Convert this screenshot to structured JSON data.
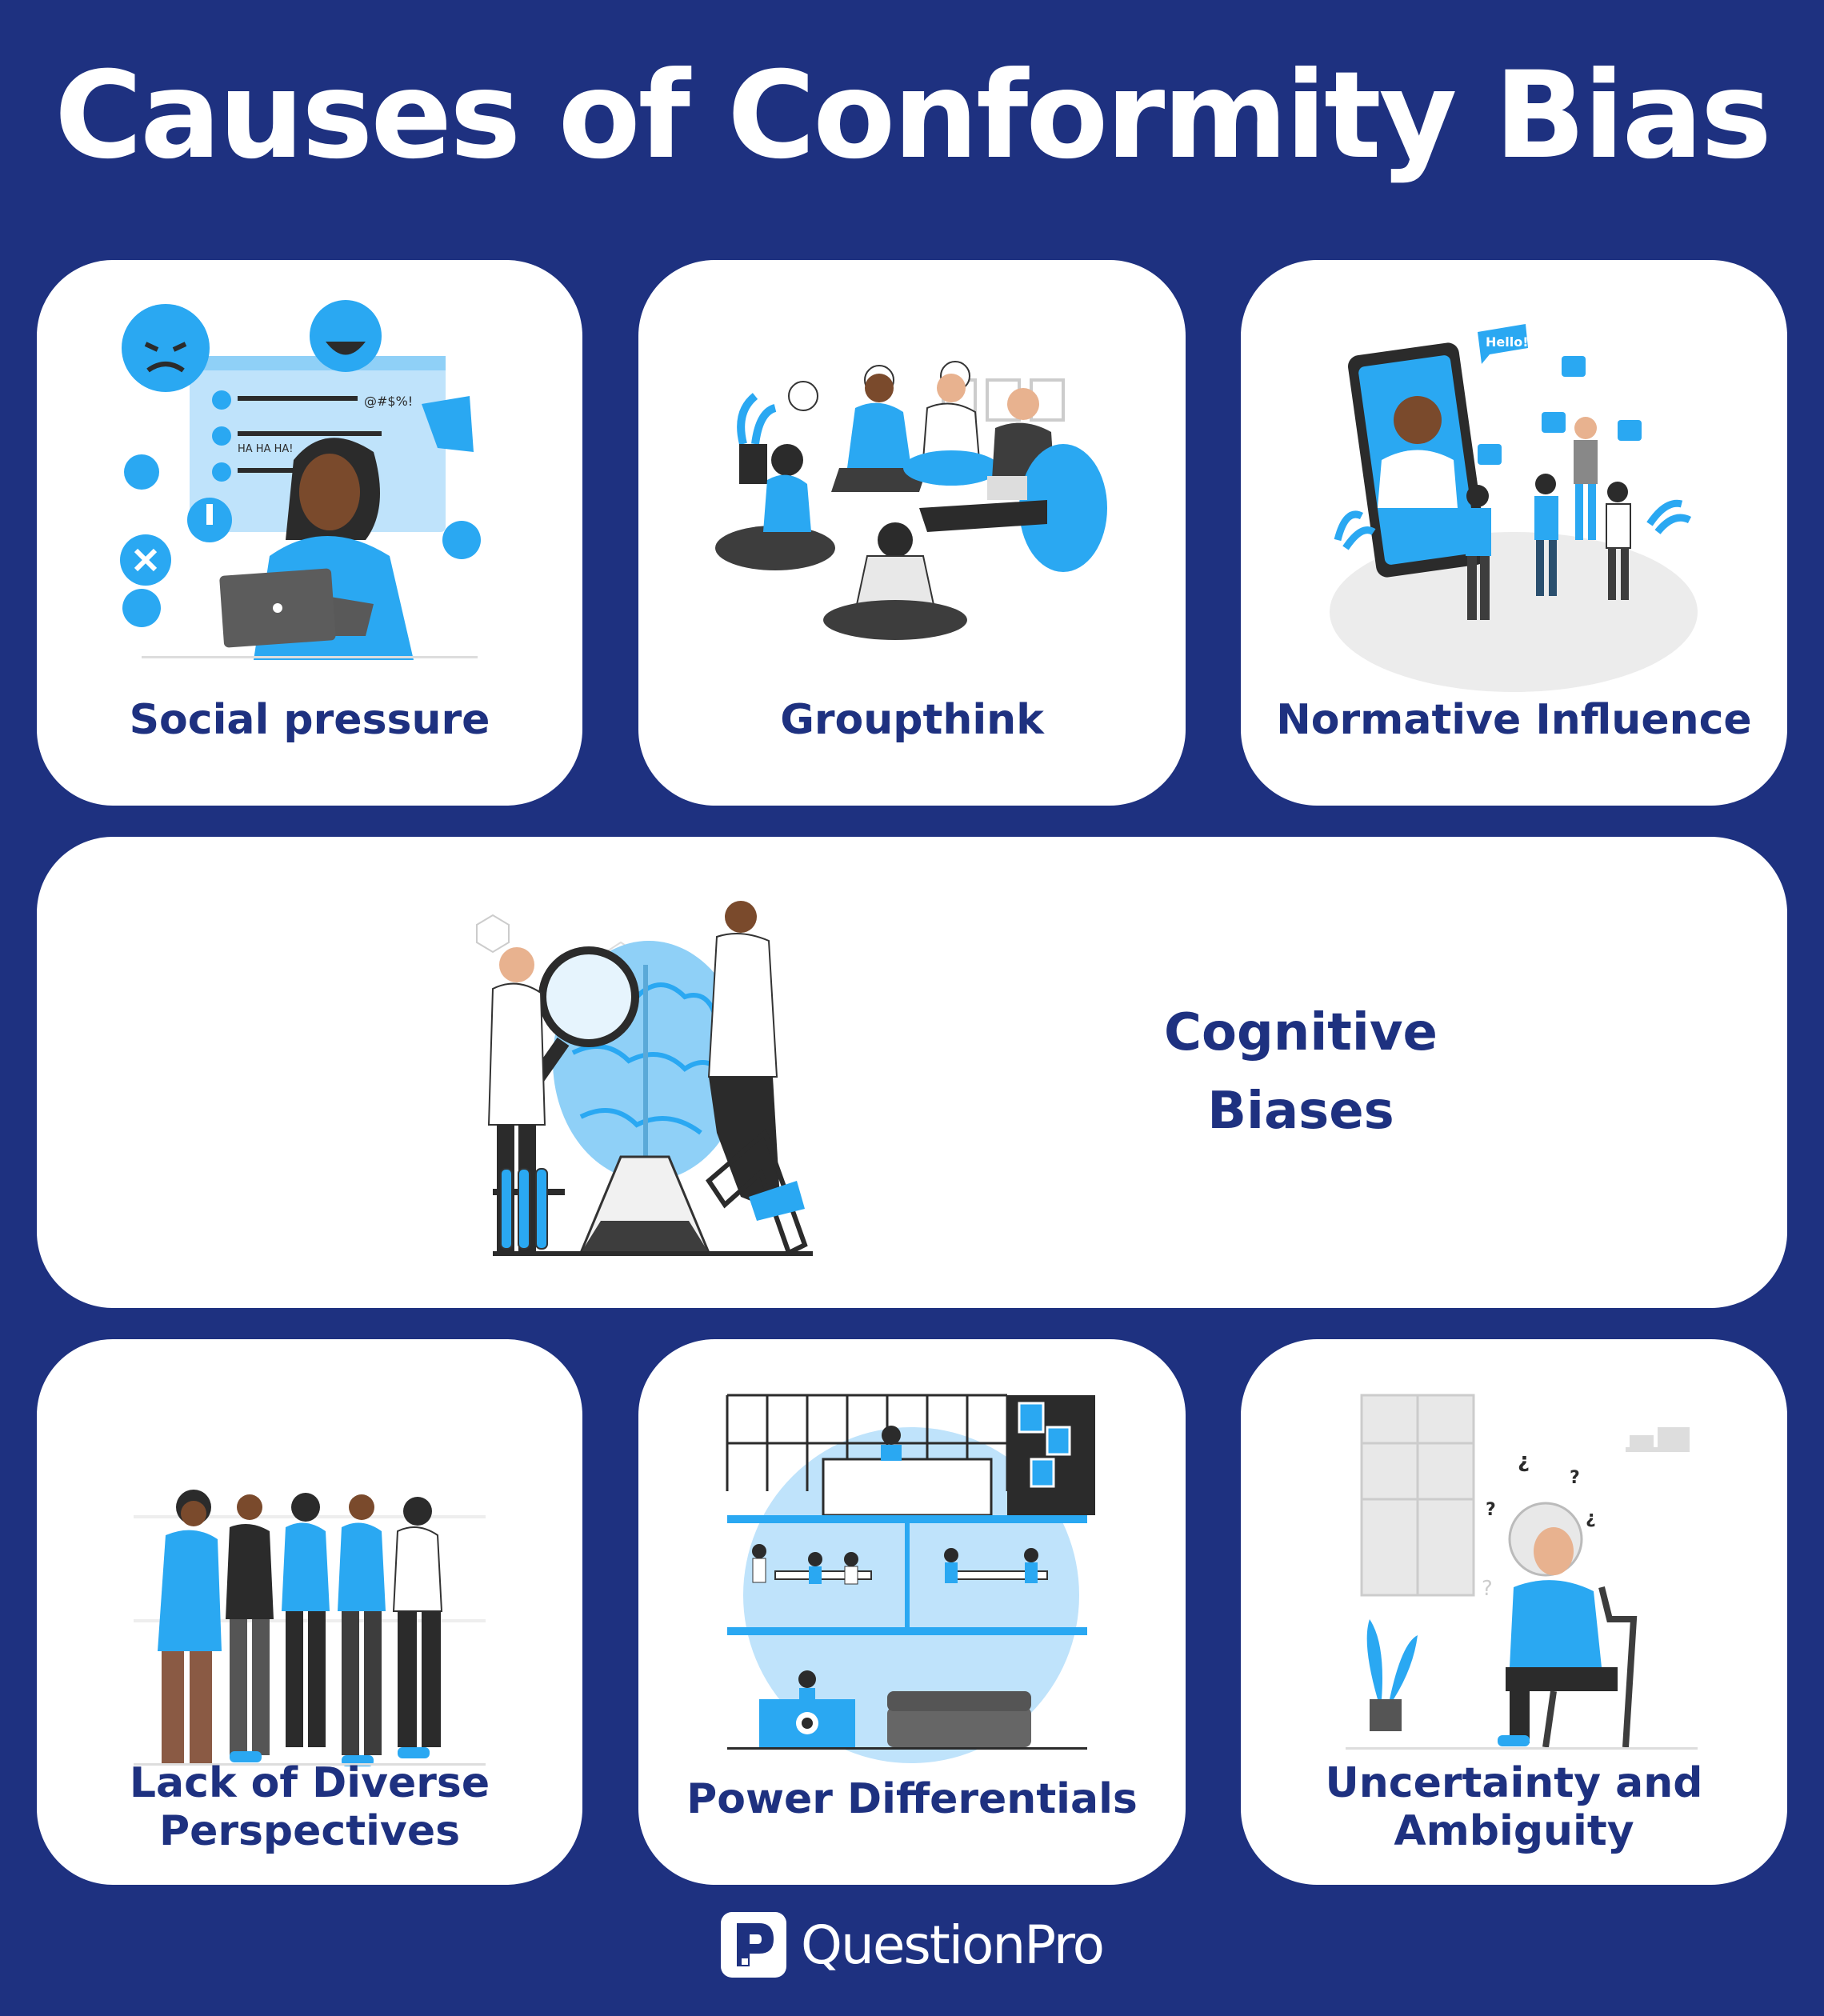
{
  "title": "Causes of Conformity Bias",
  "colors": {
    "background": "#1e3180",
    "card": "#ffffff",
    "label_text": "#1e3180",
    "accent_blue": "#2aa8f2",
    "dark": "#2b2b2b"
  },
  "cards": [
    {
      "label_lines": [
        "Social pressure"
      ],
      "illustration": "frustrated-woman-laptop-emoji-illustration",
      "illustration_text": [
        "@#$%!",
        "HA HA HA!"
      ]
    },
    {
      "label_lines": [
        "Groupthink"
      ],
      "illustration": "group-discussion-illustration"
    },
    {
      "label_lines": [
        "Normative Influence"
      ],
      "illustration": "phone-greeting-crowd-illustration",
      "illustration_text": [
        "Hello!"
      ]
    },
    {
      "label_lines": [
        "Cognitive",
        "Biases"
      ],
      "illustration": "scientists-brain-illustration"
    },
    {
      "label_lines": [
        "Lack of Diverse",
        "Perspectives"
      ],
      "illustration": "similar-people-group-illustration"
    },
    {
      "label_lines": [
        "Power Differentials"
      ],
      "illustration": "office-hierarchy-building-illustration"
    },
    {
      "label_lines": [
        "Uncertainty and",
        "Ambiguity"
      ],
      "illustration": "confused-woman-thinking-illustration",
      "illustration_text": [
        "¿",
        "?",
        "?",
        "¿",
        "?"
      ]
    }
  ],
  "logo": {
    "text": "QuestionPro",
    "icon": "questionpro-logo-icon"
  }
}
